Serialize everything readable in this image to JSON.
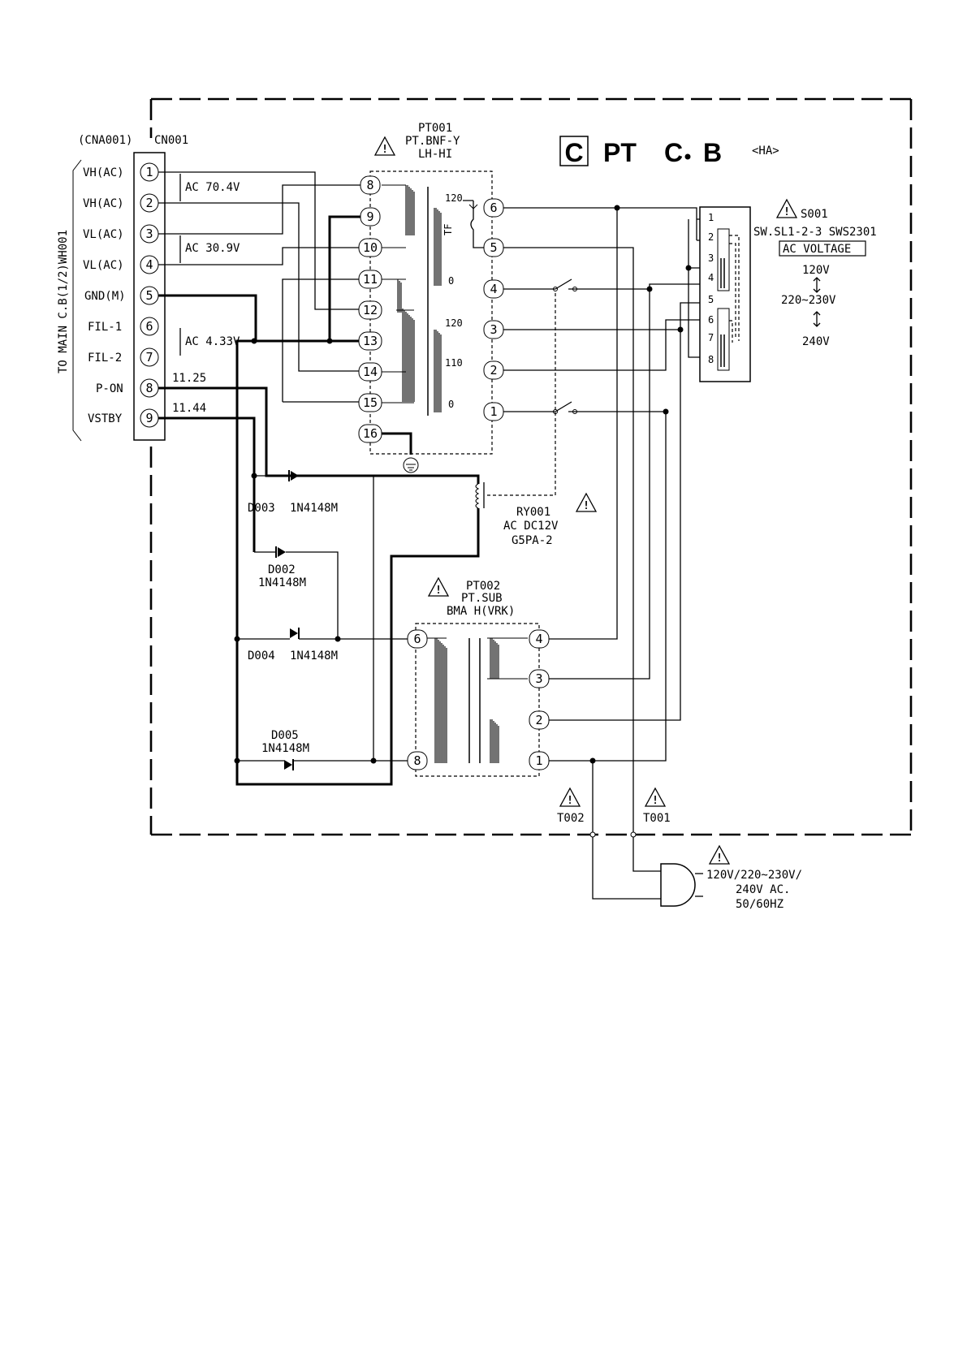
{
  "board": {
    "code": "C",
    "name": "PT",
    "cb1": "C",
    "cb2": "B",
    "region": "<HA>"
  },
  "connector": {
    "ref_left": "(CNA001)",
    "ref_right": "CN001",
    "side_label": "TO MAIN C.B(1/2)WH001",
    "pins": [
      {
        "num": "1",
        "name": "VH(AC)"
      },
      {
        "num": "2",
        "name": "VH(AC)"
      },
      {
        "num": "3",
        "name": "VL(AC)"
      },
      {
        "num": "4",
        "name": "VL(AC)"
      },
      {
        "num": "5",
        "name": "GND(M)"
      },
      {
        "num": "6",
        "name": "FIL-1"
      },
      {
        "num": "7",
        "name": "FIL-2"
      },
      {
        "num": "8",
        "name": "P-ON"
      },
      {
        "num": "9",
        "name": "VSTBY"
      }
    ],
    "voltages": [
      "AC 70.4V",
      "AC 30.9V",
      "AC 4.33V",
      "11.25",
      "11.44"
    ]
  },
  "pt001": {
    "ref": "PT001",
    "part": "PT.BNF-Y",
    "model": "LH-HI",
    "secondary_pins": [
      "8",
      "9",
      "10",
      "11",
      "12",
      "13",
      "14",
      "15",
      "16"
    ],
    "primary_pins": [
      "6",
      "5",
      "4",
      "3",
      "2",
      "1"
    ],
    "tap_labels": [
      "120",
      "TF",
      "0",
      "120",
      "110",
      "0"
    ]
  },
  "s001": {
    "ref": "S001",
    "part": "SW.SL1-2-3 SWS2301",
    "title": "AC VOLTAGE",
    "pins": [
      "1",
      "2",
      "3",
      "4",
      "5",
      "6",
      "7",
      "8"
    ],
    "settings": [
      "120V",
      "220~230V",
      "240V"
    ]
  },
  "ry001": {
    "ref": "RY001",
    "rating": "AC DC12V",
    "part": "G5PA-2"
  },
  "diodes": [
    {
      "ref": "D003",
      "part": "1N4148M"
    },
    {
      "ref": "D002",
      "part": "1N4148M"
    },
    {
      "ref": "D004",
      "part": "1N4148M"
    },
    {
      "ref": "D005",
      "part": "1N4148M"
    }
  ],
  "pt002": {
    "ref": "PT002",
    "part": "PT.SUB",
    "model": "BMA H(VRK)",
    "pins_left": [
      "6",
      "8"
    ],
    "pins_right": [
      "4",
      "3",
      "2",
      "1"
    ]
  },
  "terminals": [
    "T002",
    "T001"
  ],
  "power_input": {
    "line1": "120V/220~230V/",
    "line2": "240V AC.",
    "line3": "50/60HZ"
  },
  "warning_symbol": "!"
}
